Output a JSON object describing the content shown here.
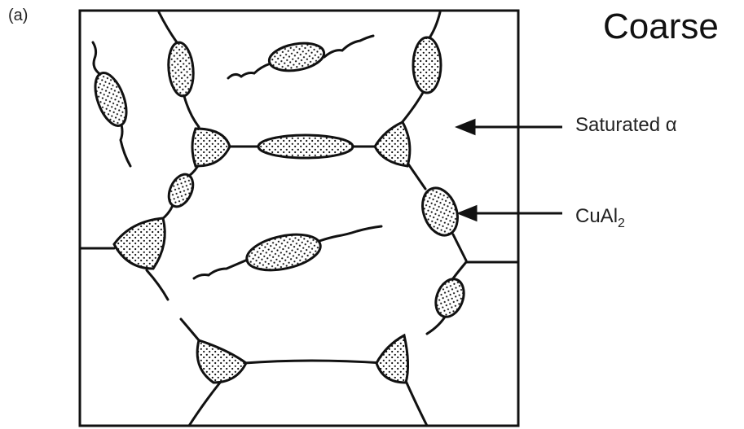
{
  "panel_label": "(a)",
  "title": "Coarse",
  "labels": {
    "alpha_text": "Saturated α",
    "precipitate_text": "CuAl",
    "precipitate_subscript": "2"
  },
  "colors": {
    "ink": "#111111",
    "background": "#ffffff"
  }
}
